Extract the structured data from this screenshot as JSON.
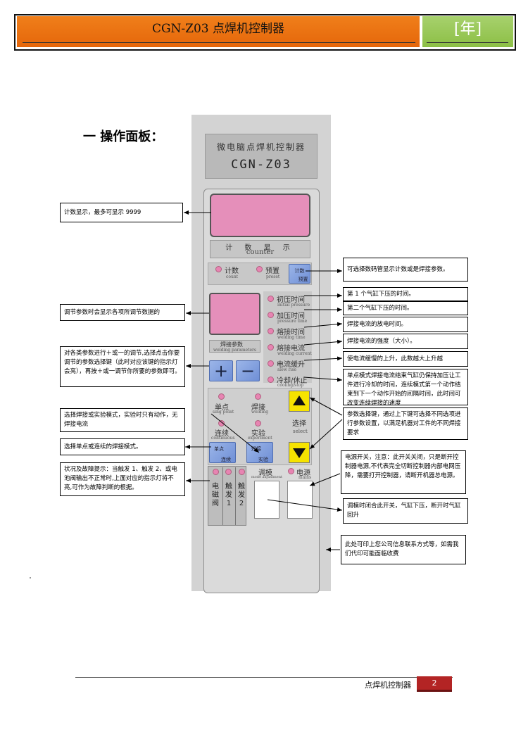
{
  "header": {
    "title": "CGN-Z03 点焊机控制器",
    "tag": "[年]"
  },
  "section_title": "一 操作面板：",
  "device": {
    "brand_cn": "微电脑点焊机控制器",
    "model": "CGN-Z03",
    "counter_cn": "计 数 显 示",
    "counter_en": "counter",
    "count_cn": "计数",
    "count_en": "count",
    "preset_cn": "预置",
    "preset_en": "preset",
    "count_btn_top": "计数",
    "count_btn_bottom": "预置",
    "weld_params_cn": "焊接参数",
    "weld_params_en": "welding parameters",
    "plus": "+",
    "minus": "−",
    "params": [
      {
        "cn": "初压时间",
        "en": "initial pressure"
      },
      {
        "cn": "加压时间",
        "en": "pressure time"
      },
      {
        "cn": "熔接时间",
        "en": "welding time"
      },
      {
        "cn": "熔接电流",
        "en": "welding current"
      },
      {
        "cn": "电流缓升",
        "en": "slow rise"
      },
      {
        "cn": "冷却/休止",
        "en": "cooling/stop"
      }
    ],
    "single_cn": "单点",
    "single_en": "sing point",
    "weld_cn": "焊接",
    "weld_en": "welding",
    "continuous_cn": "连续",
    "continuous_en": "continuous",
    "experiment_cn": "实验",
    "experiment_en": "experiment",
    "select_cn": "选择",
    "select_en": "select",
    "mode_btn_top": "单点",
    "mode_btn_bottom": "连续",
    "test_btn_top": "焊接",
    "test_btn_bottom": "实验",
    "solenoid": "电磁阀",
    "trigger1": "触发1",
    "trigger2": "触发2",
    "adjust_cn": "调模",
    "adjust_en": "mode adjustment",
    "power_cn": "电源",
    "power_en": "mains"
  },
  "notes": {
    "counter_display": "计数显示，最多可显示 9999",
    "param_display": "调节参数时会显示各项所调节数据的",
    "plus_minus": "对各类参数进行＋或一的调节,选择点击你要调节的参数选择键（此时对应该键的指示灯会亮），再按＋或一调节你所要的参数即可。",
    "weld_test": "选择焊接或实验模式，实验时只有动作，无焊接电流",
    "single_cont": "选择单点或连续的焊接模式。",
    "fault": "状况及故障提示：当触发 1、触发 2、或电池阀输出不正常时,上面对应的指示灯将不亮,可作为故障判断的根据。",
    "count_preset": "可选择数码管显示计数或是焊接参数。",
    "initial_pressure": "第 1 个气缸下压的时间。",
    "pressure_time": "第二个气缸下压的时间。",
    "welding_time": "焊接电流的放电时间。",
    "welding_current": "焊接电流的强度（大小）。",
    "slow_rise": "使电流缓慢的上升，此数越大上升越",
    "cooling": "单点模式焊接电流结束气缸仍保持加压让工件进行冷却的时间，连续模式第一个动作结束到下一个动作开始的间隔时间，此时间可改变连续焊接的速度",
    "select_keys": "参数选择键，通过上下键可选择不同选项进行参数设置，以满足机器对工件的不同焊接要求",
    "power_switch": "电源开关，注意：此开关关闭，只是断开控制器电源,不代表完全切断控制器内部电网压降，需要打开控制器，请断开机器总电源。",
    "mold_adjust": "调模时闭合此开关，气缸下压，断开时气缸回升",
    "company_info": "此处可印上您公司信息联系方式等，如需我们代印可能面临收费"
  },
  "footer": {
    "text": "点焊机控制器",
    "page": "2"
  }
}
